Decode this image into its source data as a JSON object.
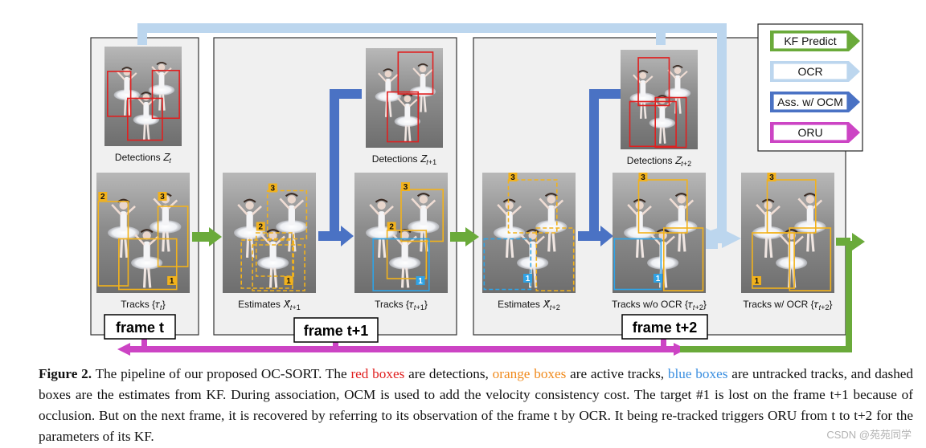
{
  "colors": {
    "kf_predict": "#6aaa3a",
    "ocr": "#bcd6ee",
    "association": "#4a72c4",
    "oru": "#cc44c4",
    "detection": "#e02020",
    "track": "#f2b21c",
    "untracked": "#2fa3e6"
  },
  "frames": [
    {
      "label": "frame t"
    },
    {
      "label": "frame t+1"
    },
    {
      "label": "frame t+2"
    }
  ],
  "photos": [
    {
      "id": "det-t",
      "caption": "Detections 𝑍",
      "sub": "𝑡",
      "boxes": [
        {
          "type": "det",
          "dashed": false
        },
        {
          "type": "det",
          "dashed": false
        },
        {
          "type": "det",
          "dashed": false
        }
      ]
    },
    {
      "id": "tracks-t",
      "caption": "Tracks {𝜏",
      "sub": "𝑡",
      "close": "}",
      "badges": [
        "2",
        "3",
        "1"
      ]
    },
    {
      "id": "est-t1",
      "caption": "Estimates 𝑋̂",
      "sub": "𝑡+1",
      "badges": [
        "3",
        "2",
        "1"
      ]
    },
    {
      "id": "det-t1",
      "caption": "Detections 𝑍",
      "sub": "𝑡+1"
    },
    {
      "id": "tracks-t1",
      "caption": "Tracks {𝜏",
      "sub": "𝑡+1",
      "close": "}",
      "badges": [
        "3",
        "2",
        "1"
      ]
    },
    {
      "id": "est-t2",
      "caption": "Estimates 𝑋̂",
      "sub": "𝑡+2",
      "badges": [
        "3",
        "1"
      ]
    },
    {
      "id": "det-t2",
      "caption": "Detections 𝑍",
      "sub": "𝑡+2"
    },
    {
      "id": "tracks-noocr",
      "caption": "Tracks w/o OCR {𝜏",
      "sub": "𝑡+2",
      "close": "}",
      "badges": [
        "3",
        "1"
      ]
    },
    {
      "id": "tracks-ocr",
      "caption": "Tracks w/ OCR {𝜏",
      "sub": "𝑡+2",
      "close": "}",
      "badges": [
        "3",
        "1"
      ]
    }
  ],
  "legend": [
    {
      "label": "KF Predict",
      "color_key": "kf_predict"
    },
    {
      "label": "OCR",
      "color_key": "ocr"
    },
    {
      "label": "Ass. w/ OCM",
      "color_key": "association"
    },
    {
      "label": "ORU",
      "color_key": "oru"
    }
  ],
  "caption": {
    "figure_label": "Figure 2.",
    "part1": " The pipeline of our proposed OC-SORT. The ",
    "red_text": "red boxes",
    "part2": " are detections, ",
    "orange_text": "orange boxes",
    "part3": " are active tracks, ",
    "blue_text": "blue boxes",
    "part4": " are untracked tracks, and dashed boxes are the estimates from KF. During association, OCM is used to add the velocity consistency cost.  The target #1 is lost on the frame t+1 because of occlusion.  But on the next frame, it is recovered by referring to its observation of the frame t by OCR. It being re-tracked triggers ORU from t to t+2 for the parameters of its KF."
  },
  "watermark": "CSDN @苑苑同学"
}
